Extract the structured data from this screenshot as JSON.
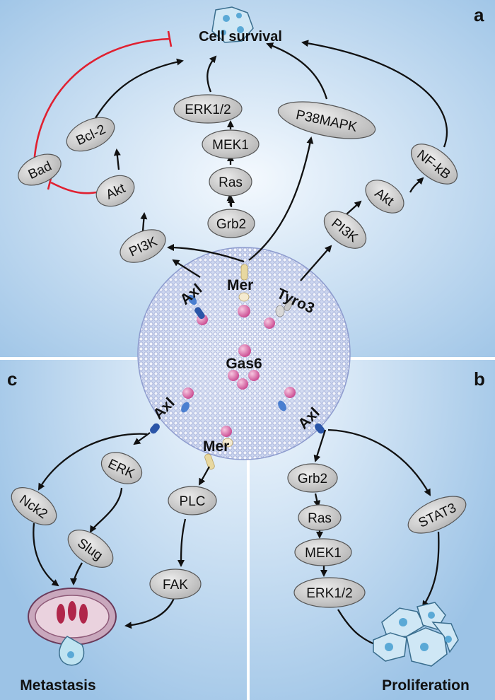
{
  "panels": {
    "a": {
      "letter": "a",
      "outcome": "Cell survival"
    },
    "b": {
      "letter": "b",
      "outcome": "Proliferation"
    },
    "c": {
      "letter": "c",
      "outcome": "Metastasis"
    }
  },
  "ligand": "Gas6",
  "receptors": {
    "axl": "Axl",
    "mer": "Mer",
    "tyro3": "Tyro3"
  },
  "nodes": {
    "pi3k_left": "PI3K",
    "akt_left": "Akt",
    "bad": "Bad",
    "bcl2": "Bcl-2",
    "grb2_a": "Grb2",
    "ras_a": "Ras",
    "mek1_a": "MEK1",
    "erk12_a": "ERK1/2",
    "p38mapk": "P38MAPK",
    "pi3k_right": "PI3K",
    "akt_right": "Akt",
    "nfkb": "NF-kB",
    "grb2_b": "Grb2",
    "ras_b": "Ras",
    "mek1_b": "MEK1",
    "erk12_b": "ERK1/2",
    "stat3": "STAT3",
    "erk_c": "ERK",
    "nck2": "Nck2",
    "slug": "Slug",
    "plc": "PLC",
    "fak": "FAK"
  },
  "colors": {
    "background_light": "#eef5fc",
    "background_dark": "#9ec4e6",
    "node_fill": "#c9c9c9",
    "arrow": "#111111",
    "inhibition": "#e02030",
    "membrane": "#aab8e0",
    "gas6": "#e57fb6",
    "axl": "#2a55a8",
    "mer": "#e8d8a0"
  }
}
